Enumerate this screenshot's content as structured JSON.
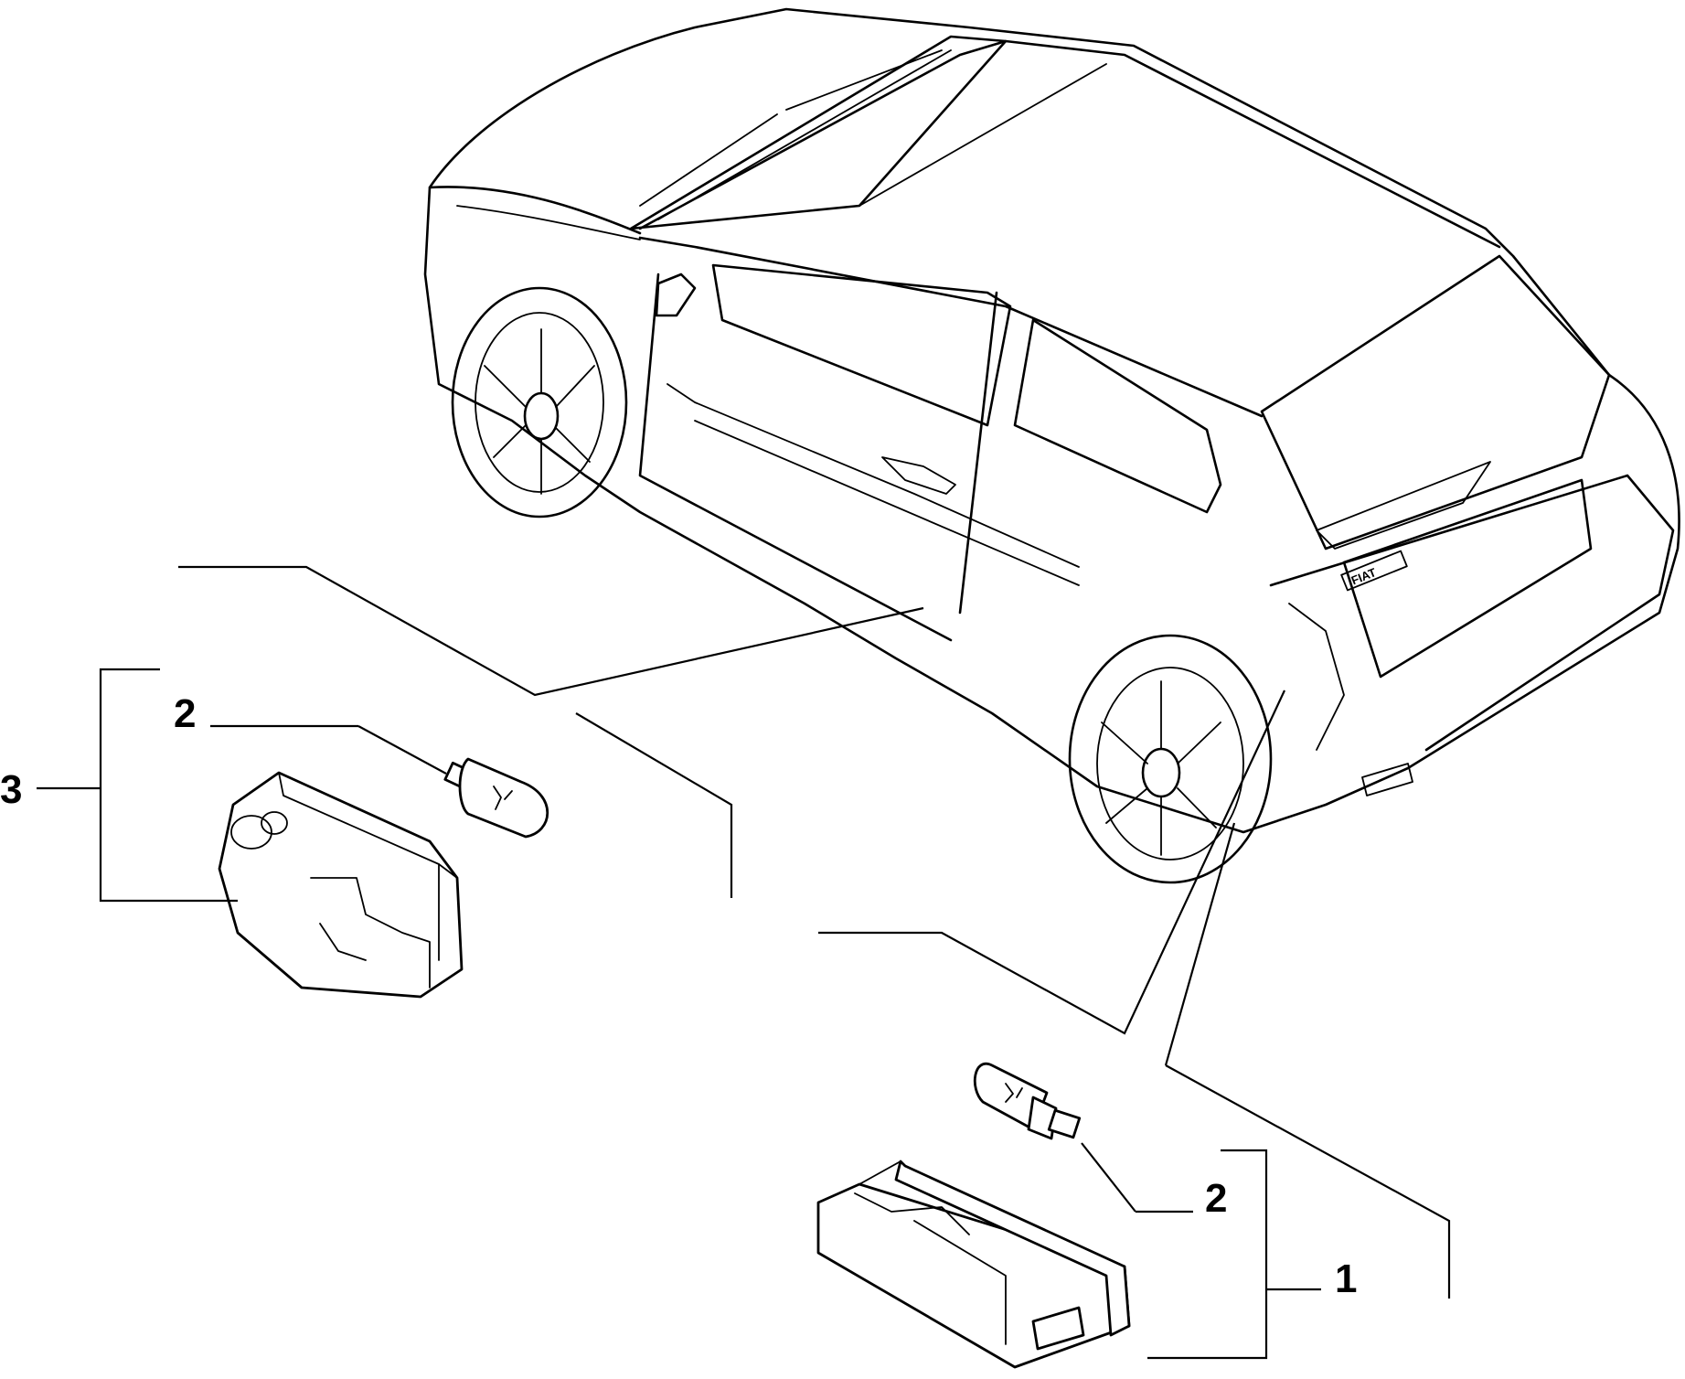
{
  "callouts": {
    "item_3": "3",
    "item_2_left": "2",
    "item_2_right": "2",
    "item_1": "1"
  },
  "badge_text": "FIAT"
}
